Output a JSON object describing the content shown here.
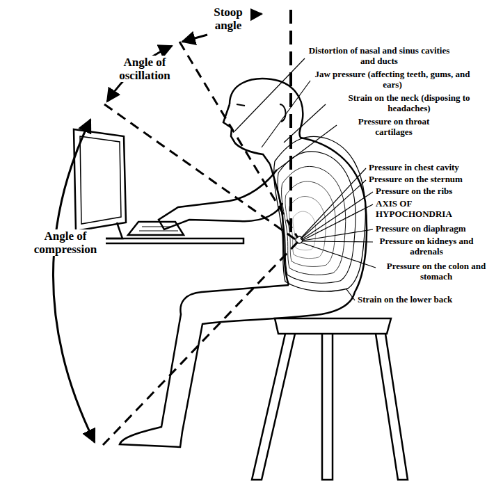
{
  "diagram": {
    "labels": [
      "Stoop angle",
      "Angle of oscillation",
      "Angle of compression",
      "Distortion of nasal and sinus cavities and ducts",
      "Jaw pressure (affecting teeth, gums, and ears)",
      "Strain on the neck (disposing to headaches)",
      "Pressure on throat cartilages",
      "Pressure in chest cavity",
      "Pressure on the sternum",
      "Pressure on the ribs",
      "AXIS OF HYPOCHONDRIA",
      "Pressure on diaphragm",
      "Pressure on kidneys and adrenals",
      "Pressure on the colon and stomach",
      "Strain on the lower back"
    ]
  }
}
